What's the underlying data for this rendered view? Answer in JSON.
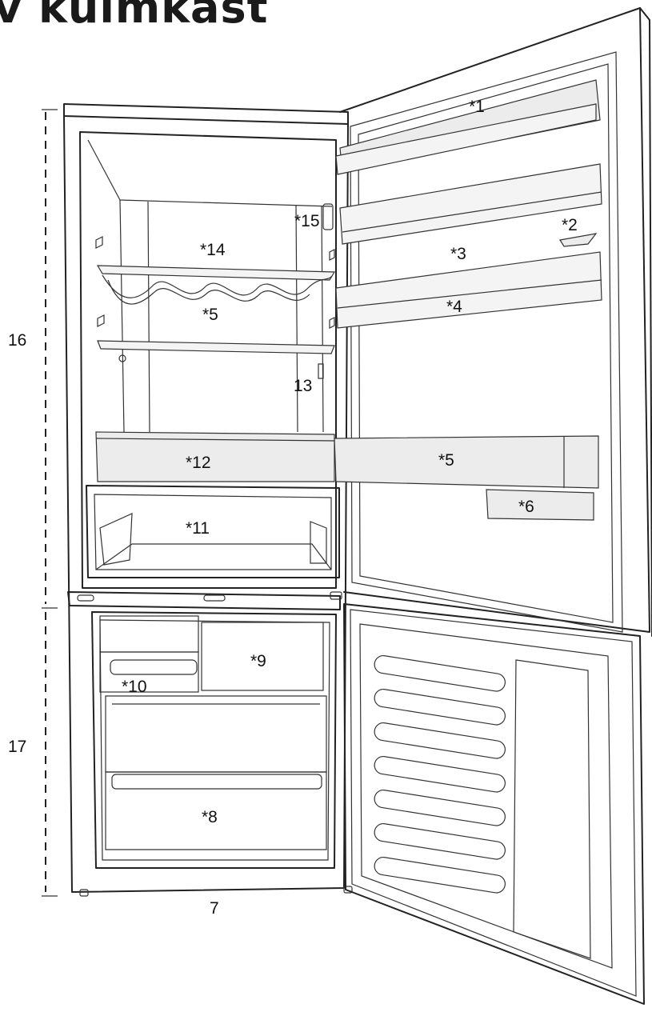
{
  "title": "v külmkast",
  "labels": {
    "p1": "*1",
    "p2": "*2",
    "p3": "*3",
    "p4": "*4",
    "p5_shelf": "*5",
    "p5_door": "*5",
    "p6": "*6",
    "p7": "7",
    "p8": "*8",
    "p9": "*9",
    "p10": "*10",
    "p11": "*11",
    "p12": "*12",
    "p13": "13",
    "p14": "*14",
    "p15": "*15",
    "p16": "16",
    "p17": "17"
  }
}
